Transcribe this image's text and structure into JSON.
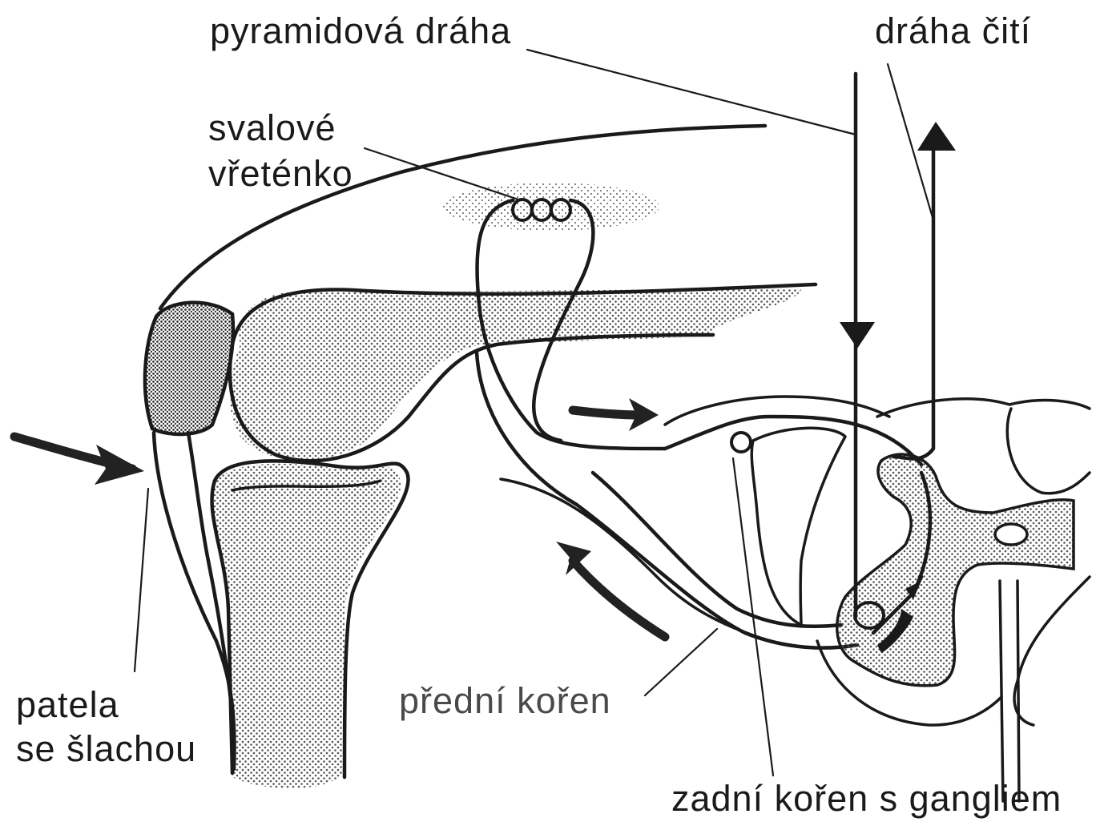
{
  "labels": {
    "pyramidal_tract": "pyramidová dráha",
    "sensory_tract": "dráha čití",
    "muscle_spindle_line1": "svalové",
    "muscle_spindle_line2": "vřeténko",
    "patella_line1": "patela",
    "patella_line2": "se šlachou",
    "anterior_root": "přední kořen",
    "posterior_root": "zadní kořen s gangliem"
  },
  "colors": {
    "ink": "#1a1a1a",
    "stipple": "#555555",
    "background": "#ffffff"
  }
}
